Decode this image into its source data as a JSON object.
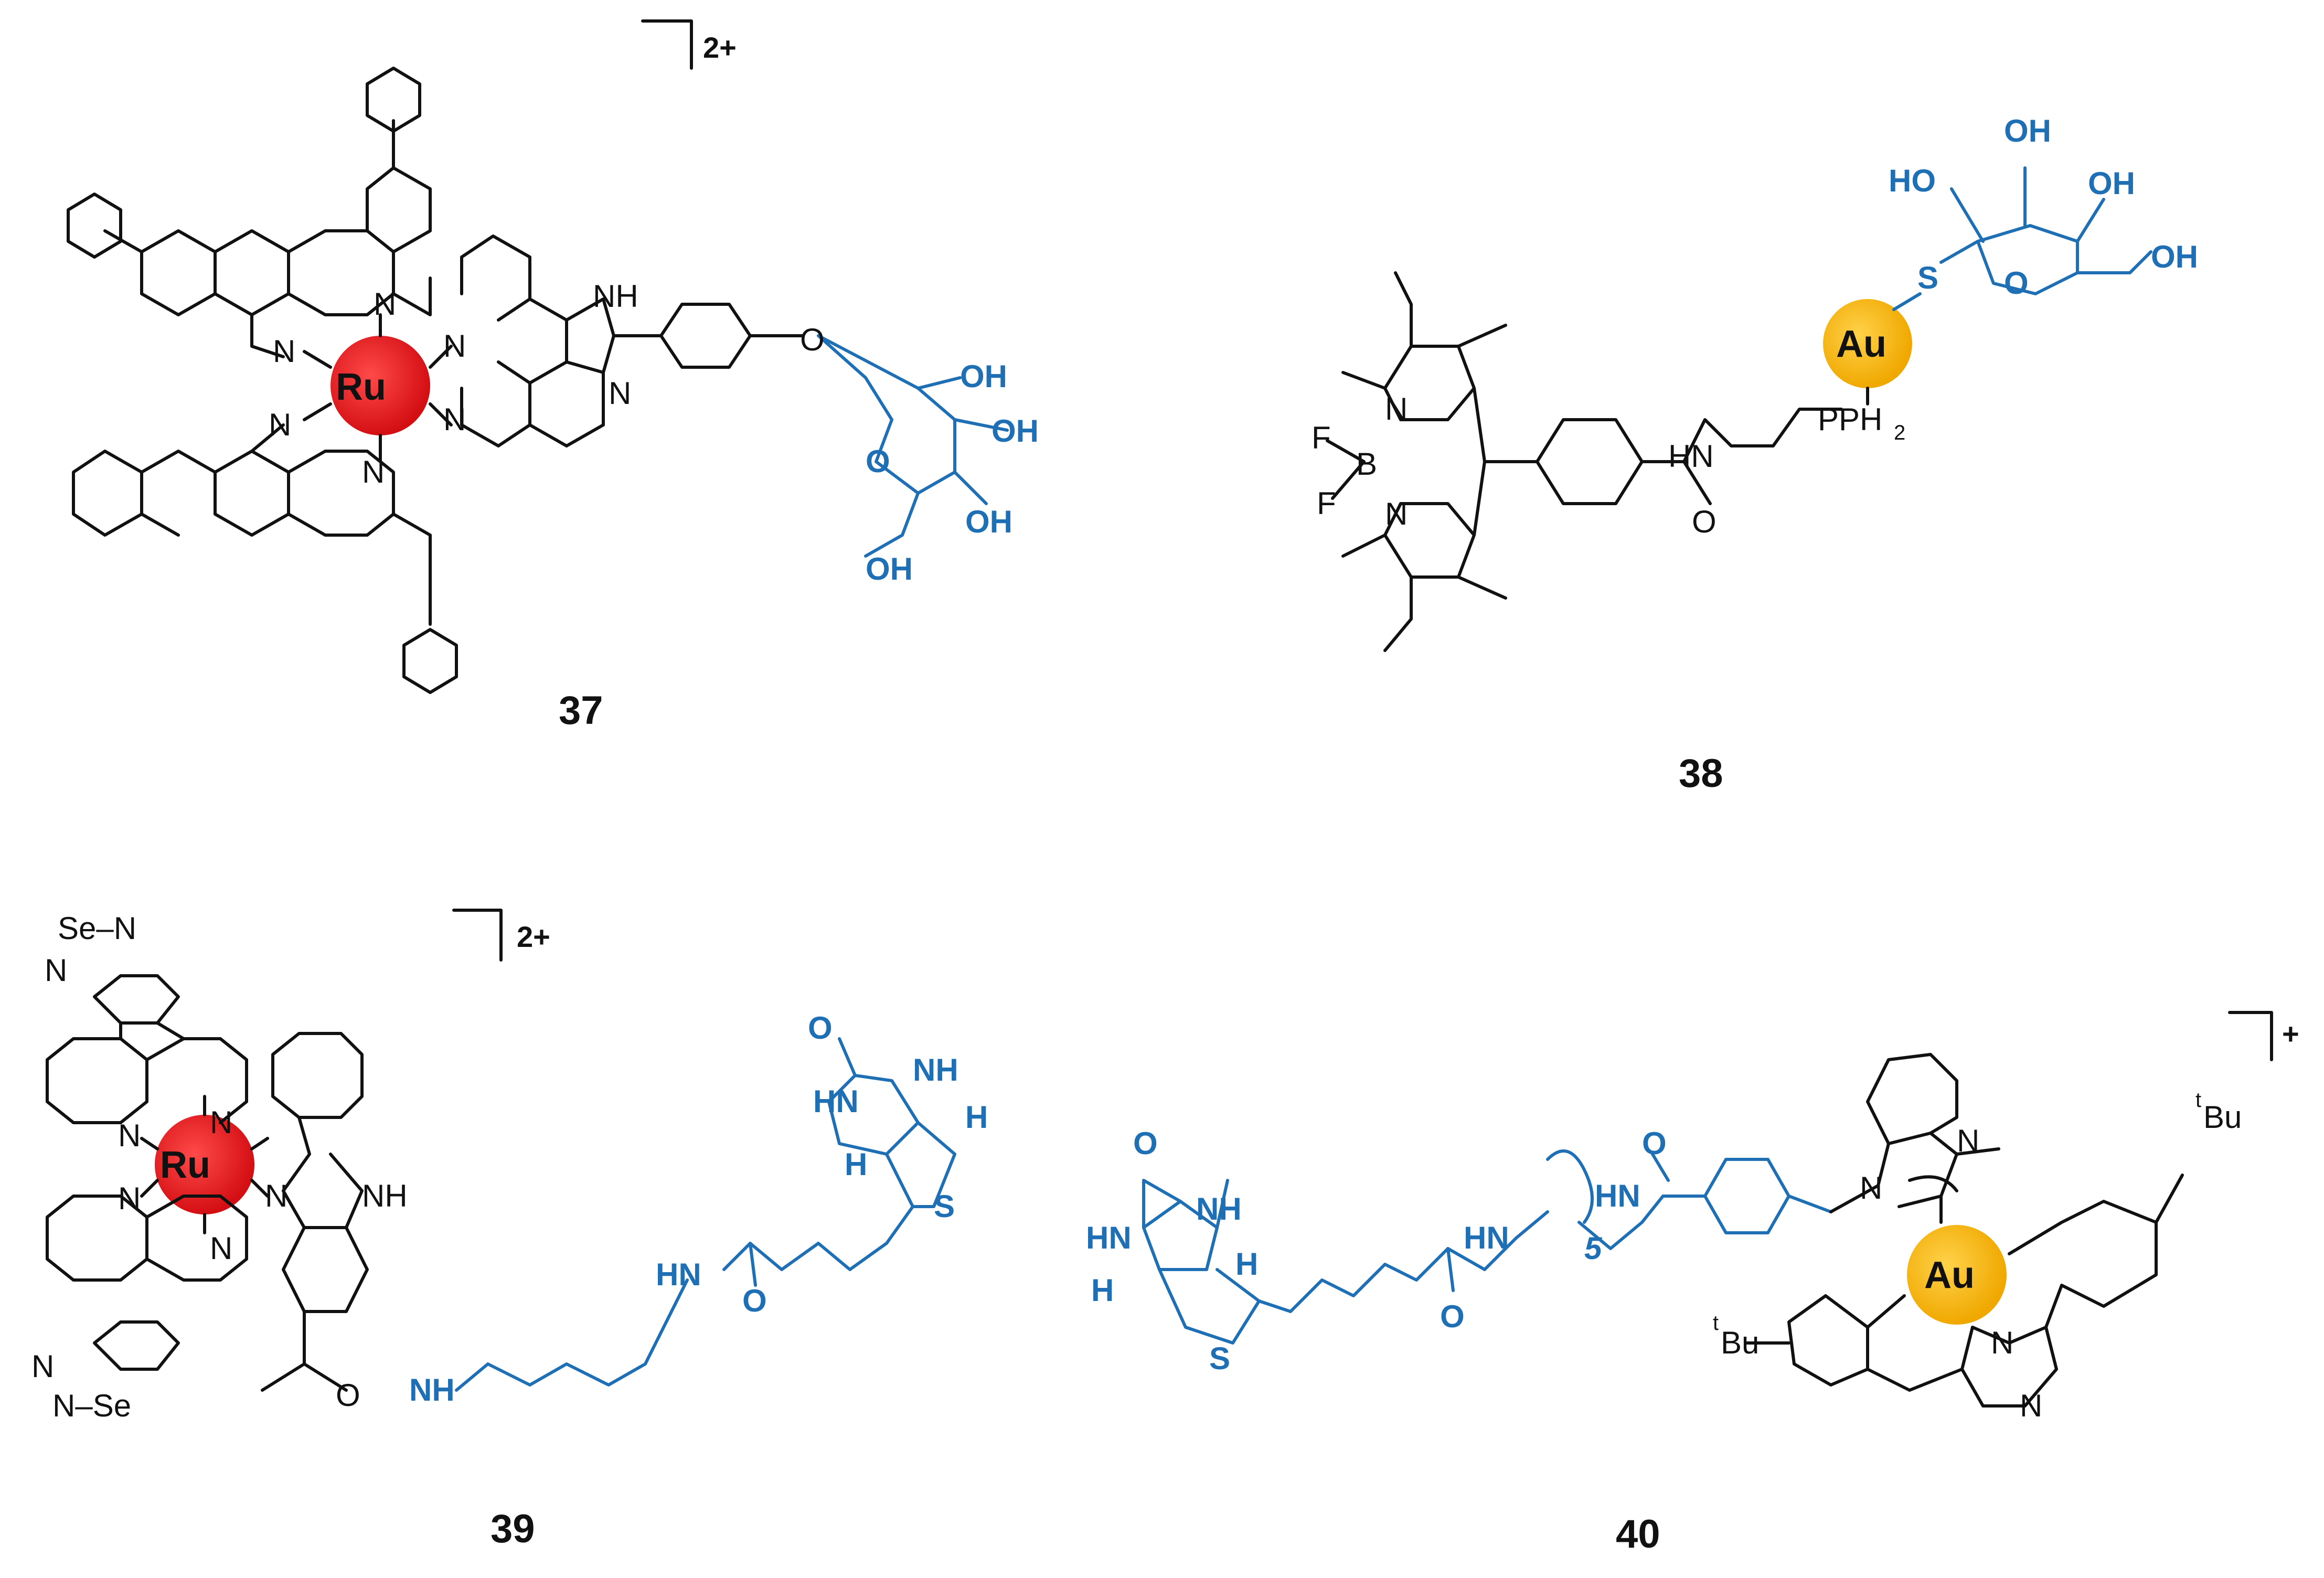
{
  "compounds": [
    {
      "label": "37",
      "charge": "2+",
      "metal": "Ru"
    },
    {
      "label": "38",
      "charge": "",
      "metal": "Au"
    },
    {
      "label": "39",
      "charge": "2+",
      "metal": "Ru"
    },
    {
      "label": "40",
      "charge": "+",
      "metal": "Au"
    }
  ],
  "atoms": {
    "N": "N",
    "NH": "NH",
    "HN": "HN",
    "H": "H",
    "O": "O",
    "OH": "OH",
    "HO": "HO",
    "S": "S",
    "F": "F",
    "B": "B",
    "PPH": "PPH",
    "two": "2",
    "SeN": "Se–N",
    "NSe": "N–Se",
    "Se": "Se",
    "tBu_sup": "t",
    "Bu": "Bu",
    "five": "5"
  },
  "colors": {
    "ruthenium": "#e0161b",
    "gold": "#f5b400",
    "conjugate": "#1f6fb5",
    "bond": "#111111"
  }
}
